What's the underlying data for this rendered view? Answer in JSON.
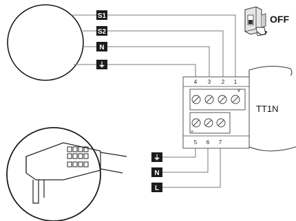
{
  "top_labels": [
    "S1",
    "S2",
    "N",
    "⏚"
  ],
  "bottom_labels": [
    "⏚",
    "N",
    "L"
  ],
  "terminals_top": [
    "4",
    "3",
    "2",
    "1"
  ],
  "terminals_bottom": [
    "5",
    "6",
    "7"
  ],
  "device_name": "TT1N",
  "breaker_state": "OFF"
}
